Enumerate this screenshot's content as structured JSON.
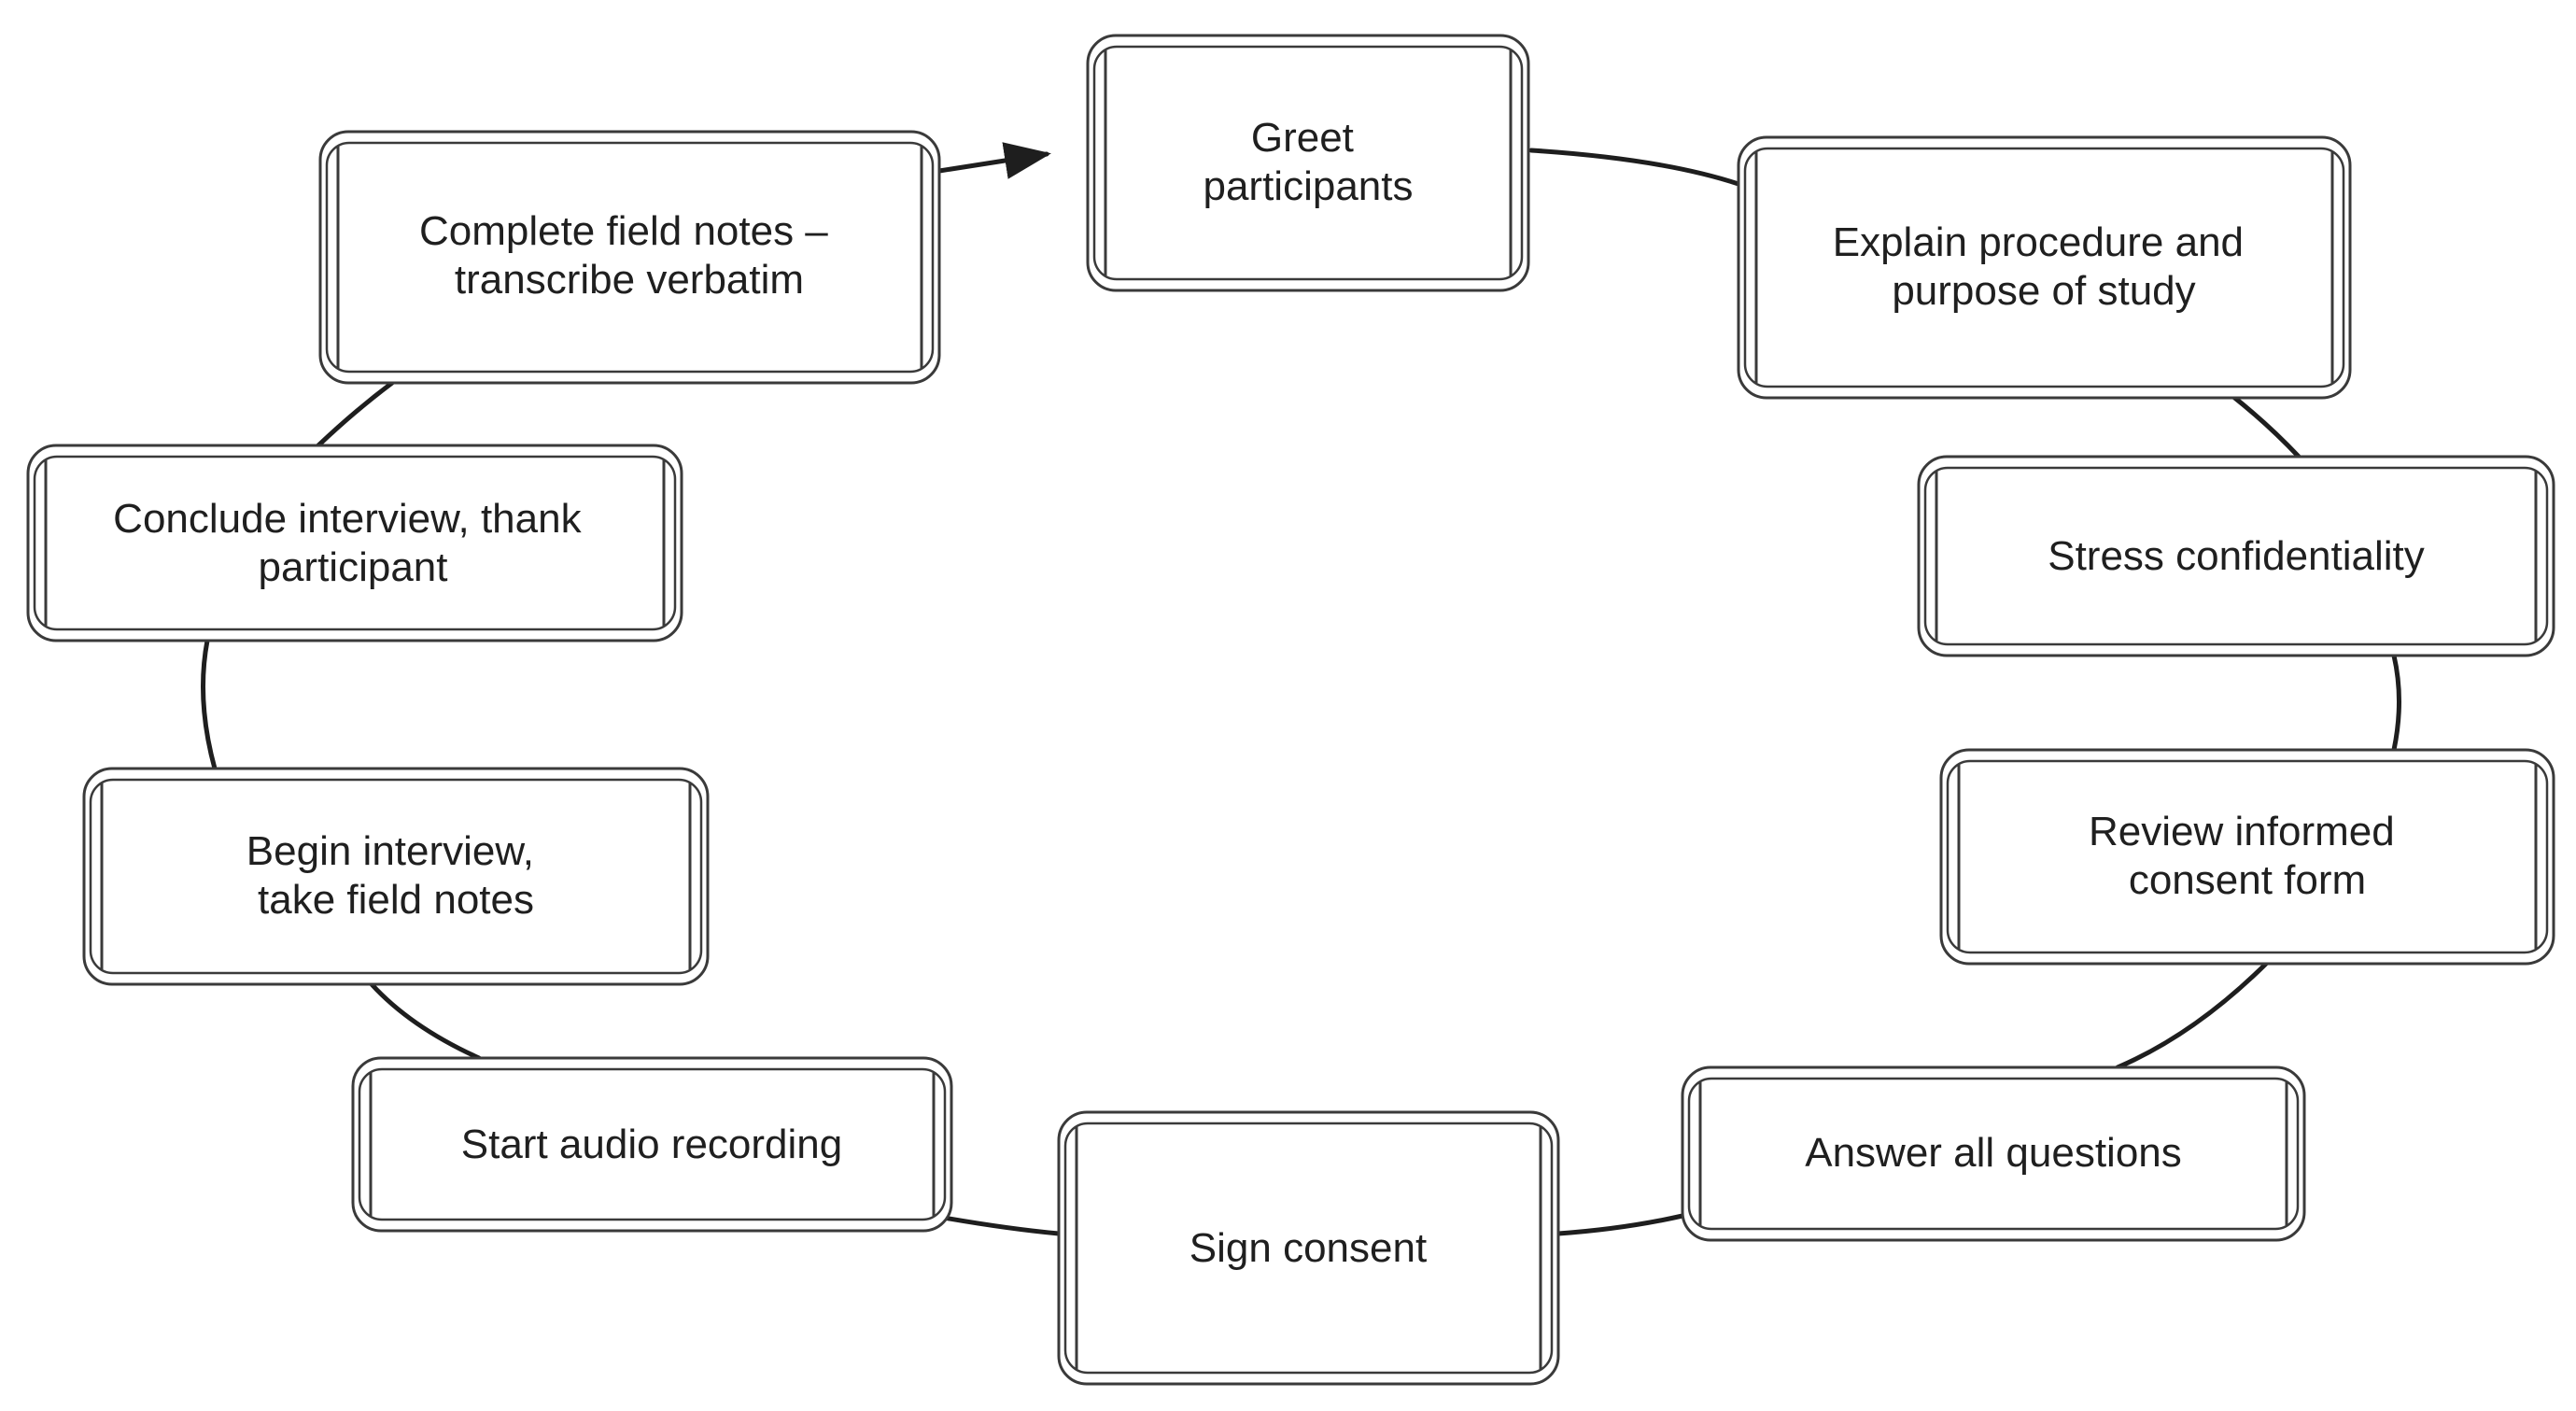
{
  "diagram": {
    "steps": [
      {
        "id": "greet",
        "lines": [
          "Greet",
          "participants"
        ]
      },
      {
        "id": "explain",
        "lines": [
          "Explain procedure and",
          "purpose of study"
        ]
      },
      {
        "id": "stress",
        "lines": [
          "Stress confidentiality"
        ]
      },
      {
        "id": "review",
        "lines": [
          "Review informed",
          "consent form"
        ]
      },
      {
        "id": "answer",
        "lines": [
          "Answer all questions"
        ]
      },
      {
        "id": "sign",
        "lines": [
          "Sign consent"
        ]
      },
      {
        "id": "audio",
        "lines": [
          "Start audio recording"
        ]
      },
      {
        "id": "begin",
        "lines": [
          "Begin interview,",
          "take field notes"
        ]
      },
      {
        "id": "conclude",
        "lines": [
          "Conclude interview, thank",
          "participant"
        ]
      },
      {
        "id": "complete",
        "lines": [
          "Complete field notes –",
          "transcribe verbatim"
        ]
      }
    ],
    "colors": {
      "line": "#1e1e1e",
      "box_border": "#3a3a3a",
      "text": "#1f1f1f",
      "background": "#ffffff"
    }
  }
}
